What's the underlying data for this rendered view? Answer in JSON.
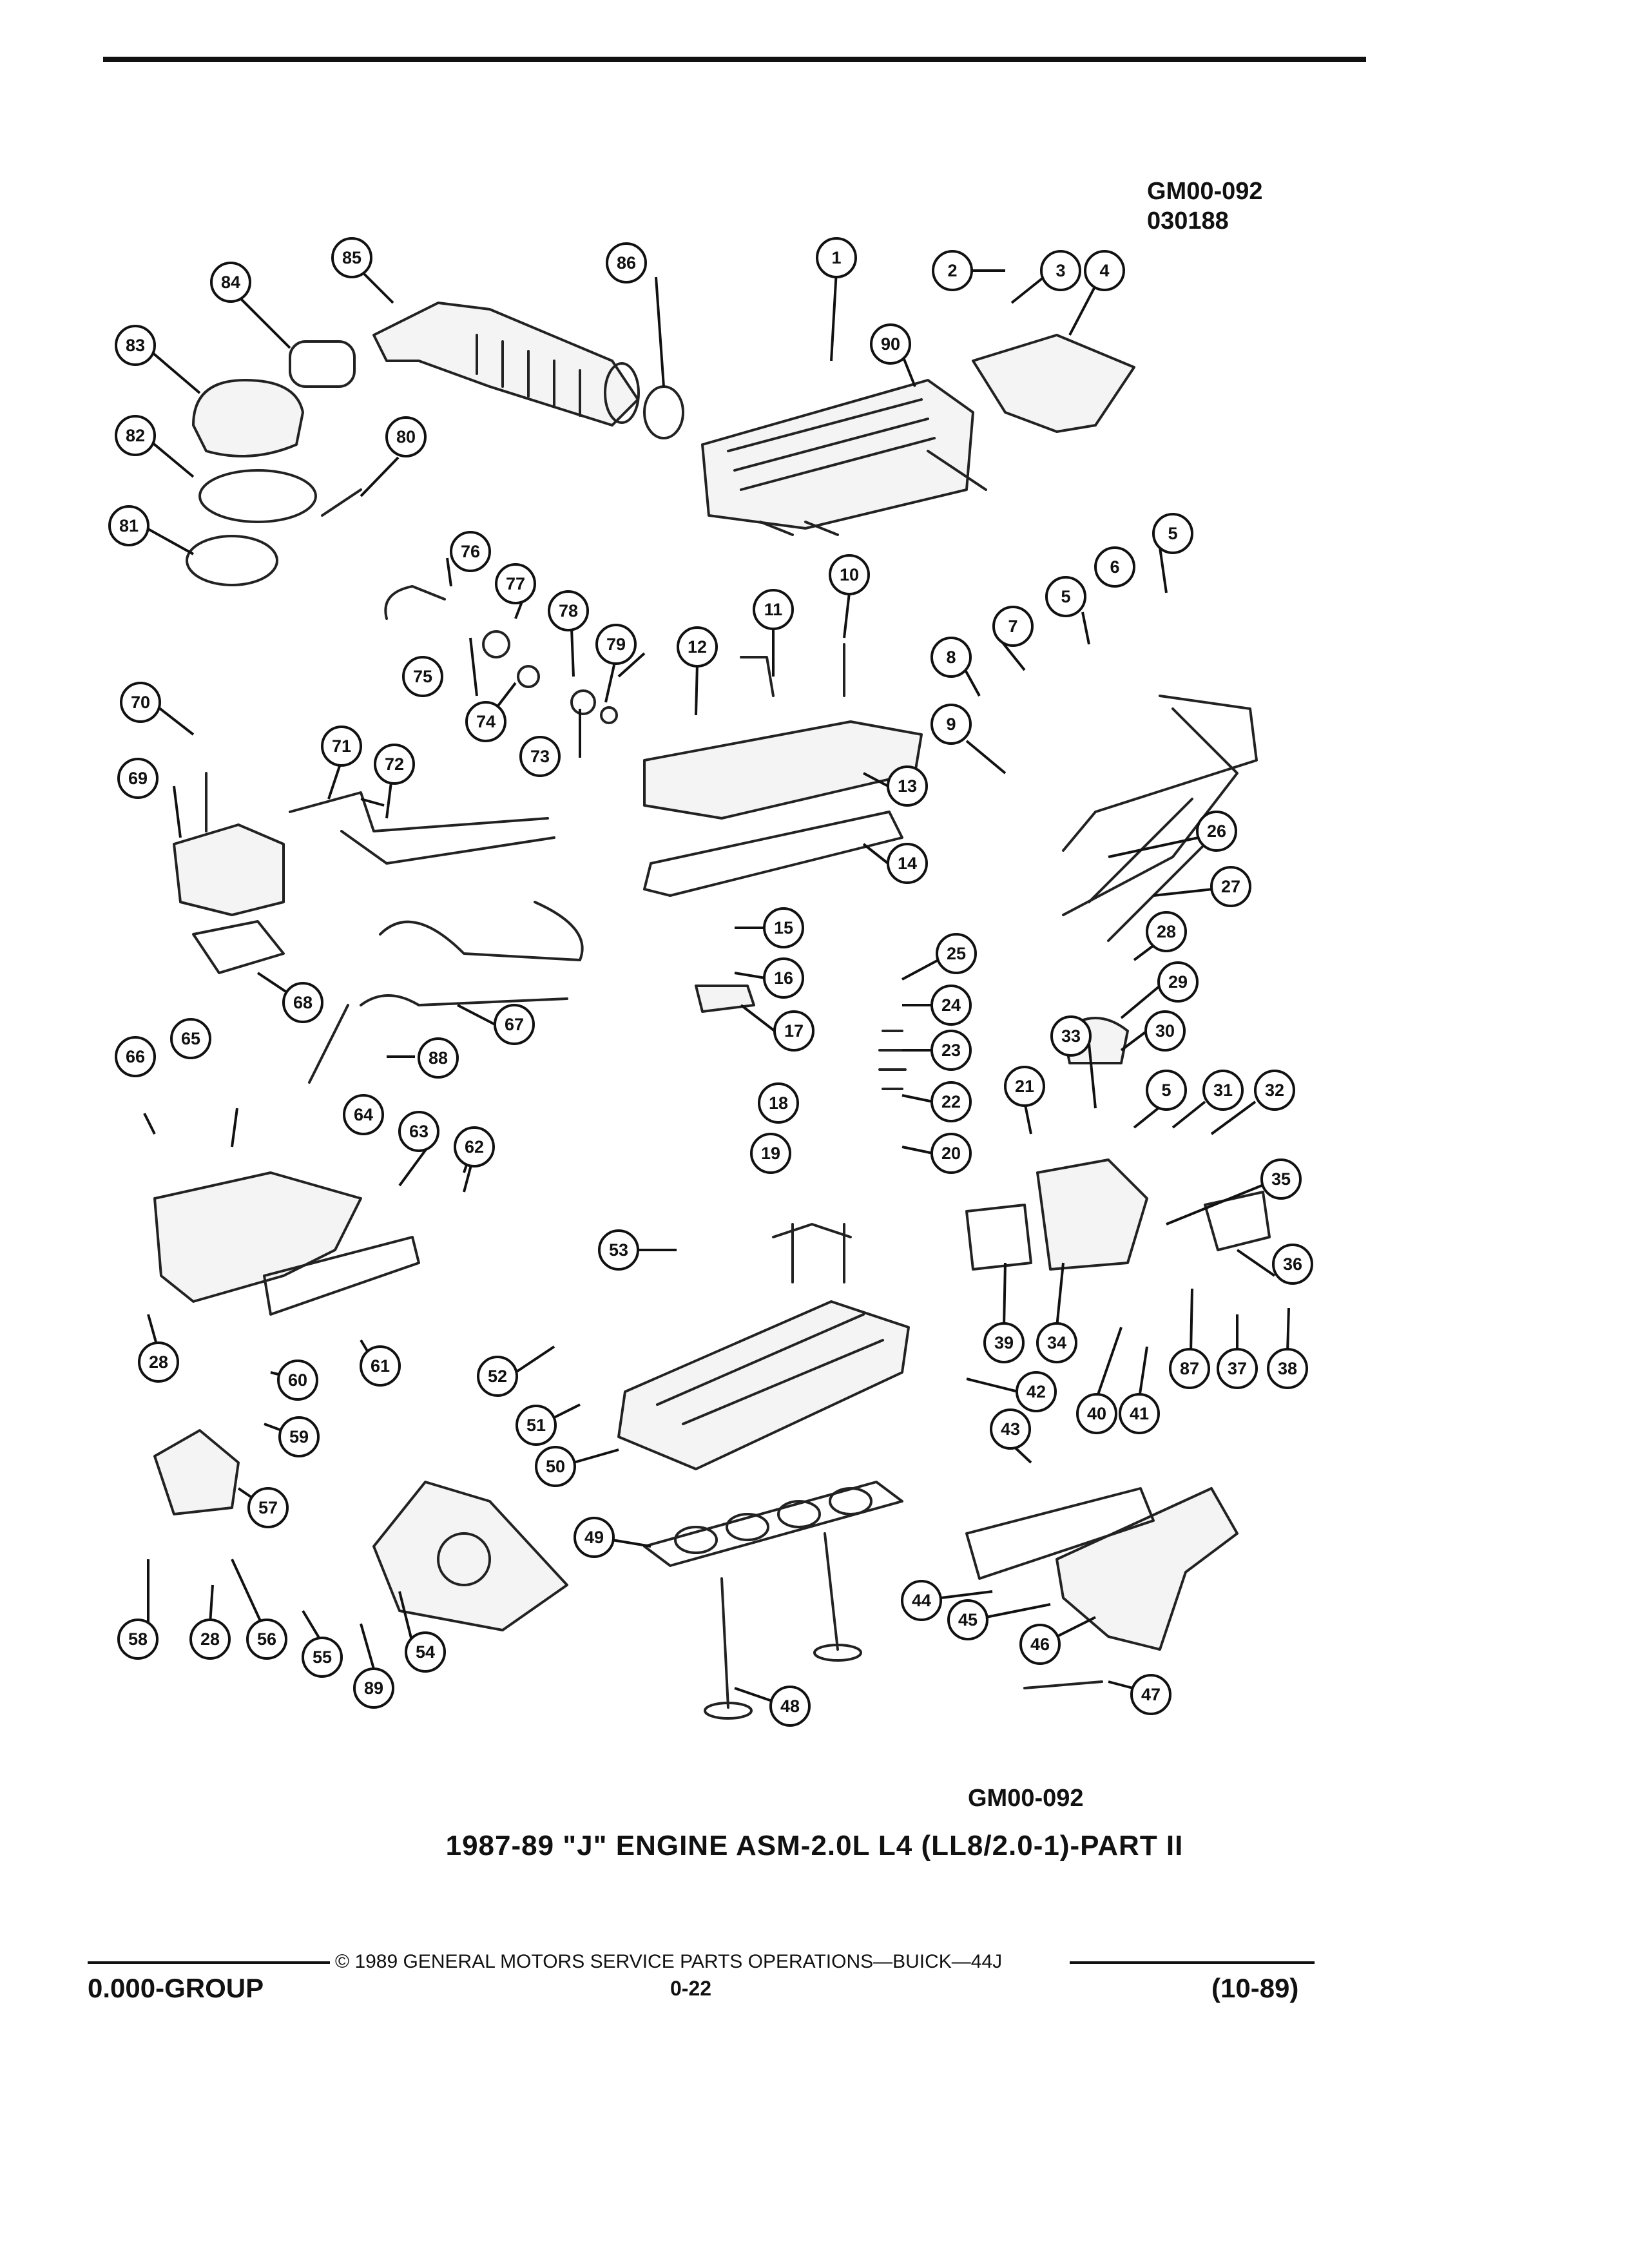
{
  "header": {
    "stamp_code": "GM00-092",
    "stamp_date": "030188"
  },
  "figure": {
    "code": "GM00-092",
    "title": "1987-89 \"J\" ENGINE ASM-2.0L L4 (LL8/2.0-1)-PART II",
    "callouts": [
      "1",
      "2",
      "3",
      "4",
      "5",
      "5",
      "5",
      "6",
      "7",
      "8",
      "9",
      "10",
      "11",
      "12",
      "13",
      "14",
      "15",
      "16",
      "17",
      "18",
      "19",
      "20",
      "21",
      "22",
      "23",
      "24",
      "25",
      "26",
      "27",
      "28",
      "28",
      "28",
      "29",
      "30",
      "31",
      "32",
      "33",
      "34",
      "35",
      "36",
      "37",
      "38",
      "39",
      "40",
      "41",
      "42",
      "43",
      "44",
      "45",
      "46",
      "47",
      "48",
      "49",
      "50",
      "51",
      "52",
      "53",
      "54",
      "55",
      "56",
      "57",
      "58",
      "59",
      "60",
      "61",
      "62",
      "63",
      "64",
      "65",
      "66",
      "67",
      "68",
      "69",
      "70",
      "71",
      "72",
      "73",
      "74",
      "75",
      "76",
      "77",
      "78",
      "79",
      "80",
      "81",
      "82",
      "83",
      "84",
      "85",
      "86",
      "87",
      "88",
      "89",
      "90"
    ]
  },
  "footer": {
    "copyright": "© 1989 GENERAL MOTORS SERVICE PARTS OPERATIONS—BUICK—44J",
    "page": "0-22",
    "group": "0.000-GROUP",
    "date": "(10-89)"
  }
}
